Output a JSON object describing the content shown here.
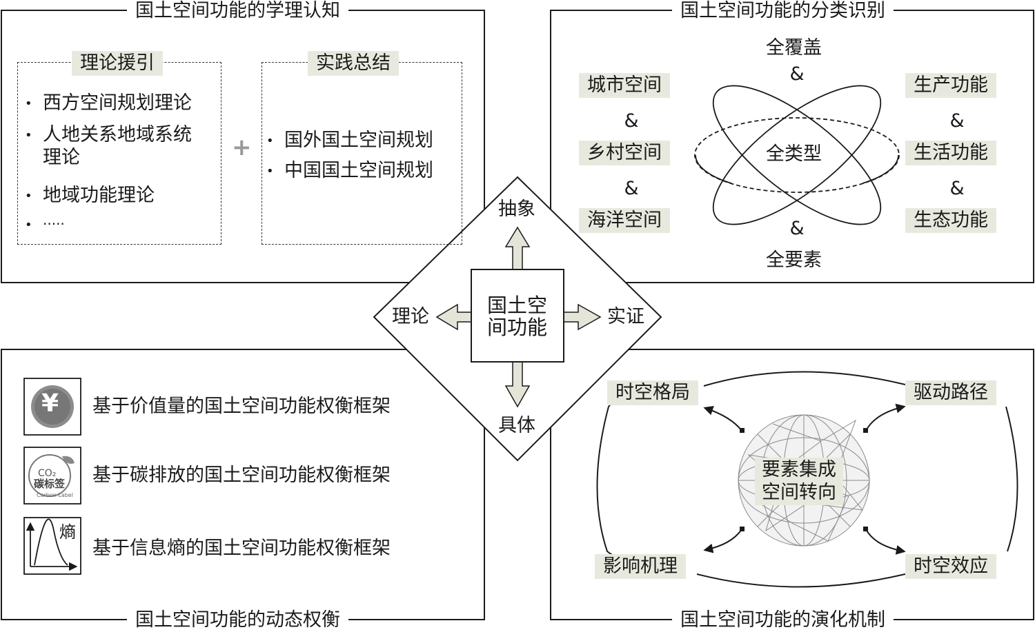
{
  "tl": {
    "title": "国土空间功能的学理认知",
    "theory_tag": "理论援引",
    "theory_items": [
      "西方空间规划理论",
      "人地关系地域系统",
      "理论",
      "地域功能理论",
      "·····"
    ],
    "plus": "+",
    "practice_tag": "实践总结",
    "practice_items": [
      "国外国土空间规划",
      "中国国土空间规划"
    ]
  },
  "tr": {
    "title": "国土空间功能的分类识别",
    "spaces": [
      "城市空间",
      "乡村空间",
      "海洋空间"
    ],
    "functions": [
      "生产功能",
      "生活功能",
      "生态功能"
    ],
    "amp": "&",
    "top": "全覆盖",
    "center": "全类型",
    "bottom": "全要素"
  },
  "center": {
    "box_line1": "国土空",
    "box_line2": "间功能",
    "up": "抽象",
    "down": "具体",
    "left": "理论",
    "right": "实证"
  },
  "bl": {
    "title": "国土空间功能的动态权衡",
    "items": [
      "基于价值量的国土空间功能权衡框架",
      "基于碳排放的国土空间功能权衡框架",
      "基于信息熵的国土空间功能权衡框架"
    ],
    "yen": "¥",
    "co2": "CO₂",
    "carbon_label": "碳标签",
    "carbon_label_en": "Carbon Label",
    "entropy": "熵"
  },
  "br": {
    "title": "国土空间功能的演化机制",
    "tl": "时空格局",
    "tr": "驱动路径",
    "bl": "影响机理",
    "br": "时空效应",
    "center_line1": "要素集成",
    "center_line2": "空间转向"
  }
}
